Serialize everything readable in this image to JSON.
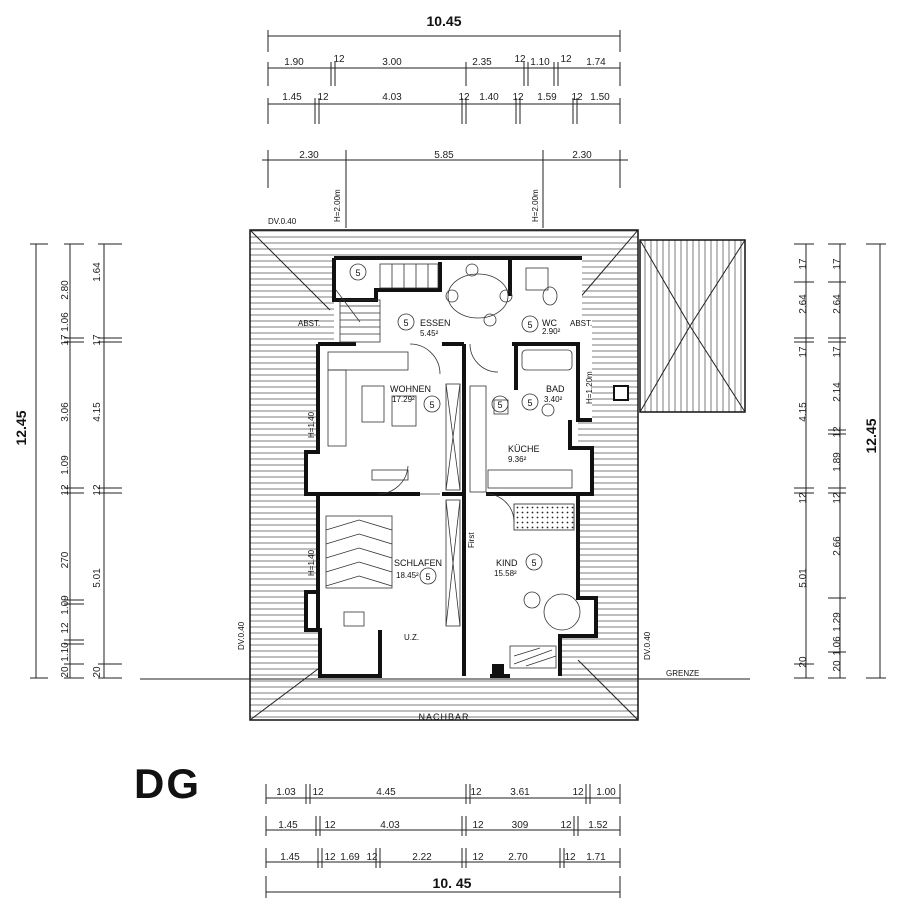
{
  "top_dims": {
    "total": "10.45",
    "row1": [
      "1.90",
      "12",
      "3.00",
      "2.35",
      "12",
      "1.10",
      "12",
      "1.74"
    ],
    "row2": [
      "1.45",
      "12",
      "4.03",
      "12",
      "1.40",
      "12",
      "1.59",
      "12",
      "1.50"
    ],
    "row3": [
      "2.30",
      "5.85",
      "2.30"
    ]
  },
  "bottom_dims": {
    "total": "10. 45",
    "row1": [
      "1.03",
      "12",
      "4.45",
      "12",
      "3.61",
      "12",
      "1.00"
    ],
    "row2": [
      "1.45",
      "12",
      "4.03",
      "12",
      "309",
      "12",
      "1.52"
    ],
    "row3": [
      "1.45",
      "12",
      "1.69",
      "12",
      "2.22",
      "12",
      "2.70",
      "12",
      "1.71"
    ]
  },
  "left_dims": {
    "total": "12.45",
    "outer": [
      "20",
      "1.10",
      "12",
      "1.09",
      "270",
      "12",
      "1.09",
      "3.06",
      "17",
      "1.06",
      "2.80"
    ],
    "inner": [
      "20",
      "5.01",
      "12",
      "4.15",
      "17",
      "1.64"
    ]
  },
  "right_dims": {
    "total": "12.45",
    "outer": [
      "20",
      "1.06",
      "1.29",
      "2.66",
      "12",
      "1.89",
      "12",
      "2.14",
      "17",
      "2.64",
      "17"
    ],
    "inner": [
      "20",
      "5.01",
      "12",
      "4.15",
      "17",
      "2.64",
      "17"
    ]
  },
  "annotations": {
    "dv_top": "DV.0.40",
    "dv_left": "DV.0.40",
    "dv_right": "DV.0.40",
    "h_left": "H=2.00m",
    "h_right": "H=2.00m",
    "h_bad": "H=1.20m",
    "h_wohnen": "H=1.40",
    "h_schlafen": "H=1.40",
    "abst_left": "ABST.",
    "abst_right": "ABST.",
    "first": "First",
    "uz": "U.Z.",
    "grenze": "GRENZE",
    "nachbar": "NACHBAR"
  },
  "rooms": {
    "essen": {
      "name": "ESSEN",
      "area": "5.45²"
    },
    "wc": {
      "name": "WC",
      "area": "2.90²"
    },
    "wohnen": {
      "name": "WOHNEN",
      "area": "17.29²"
    },
    "bad": {
      "name": "BAD",
      "area": "3.40²"
    },
    "kueche": {
      "name": "KÜCHE",
      "area": "9.36²"
    },
    "schlafen": {
      "name": "SCHLAFEN",
      "area": "18.45²"
    },
    "kind": {
      "name": "KIND",
      "area": "15.58²"
    }
  },
  "circle_mark": "5",
  "floor_label": "DG"
}
